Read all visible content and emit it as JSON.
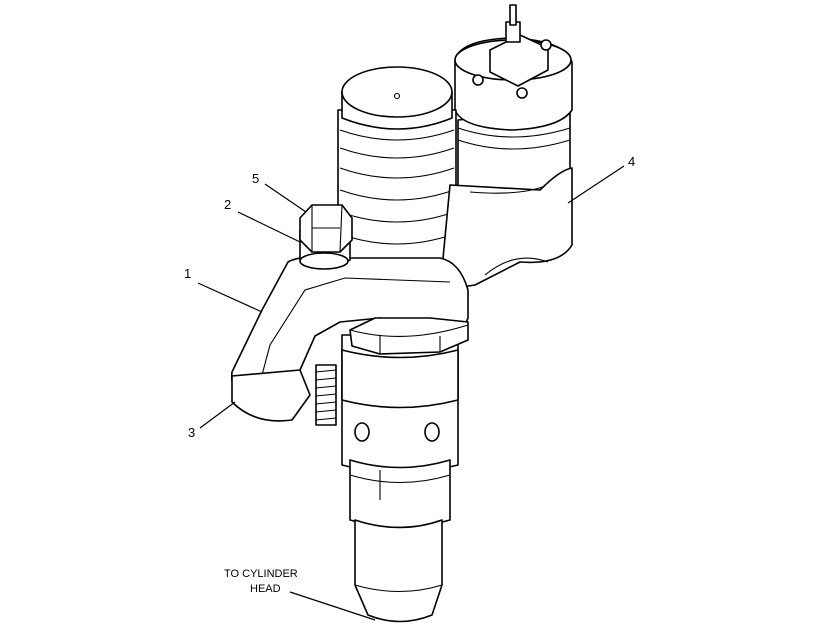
{
  "callouts": [
    {
      "id": "1",
      "text": "1"
    },
    {
      "id": "2",
      "text": "2"
    },
    {
      "id": "3",
      "text": "3"
    },
    {
      "id": "4",
      "text": "4"
    },
    {
      "id": "5",
      "text": "5"
    }
  ],
  "caption": {
    "line1": "TO CYLINDER",
    "line2": "HEAD"
  }
}
